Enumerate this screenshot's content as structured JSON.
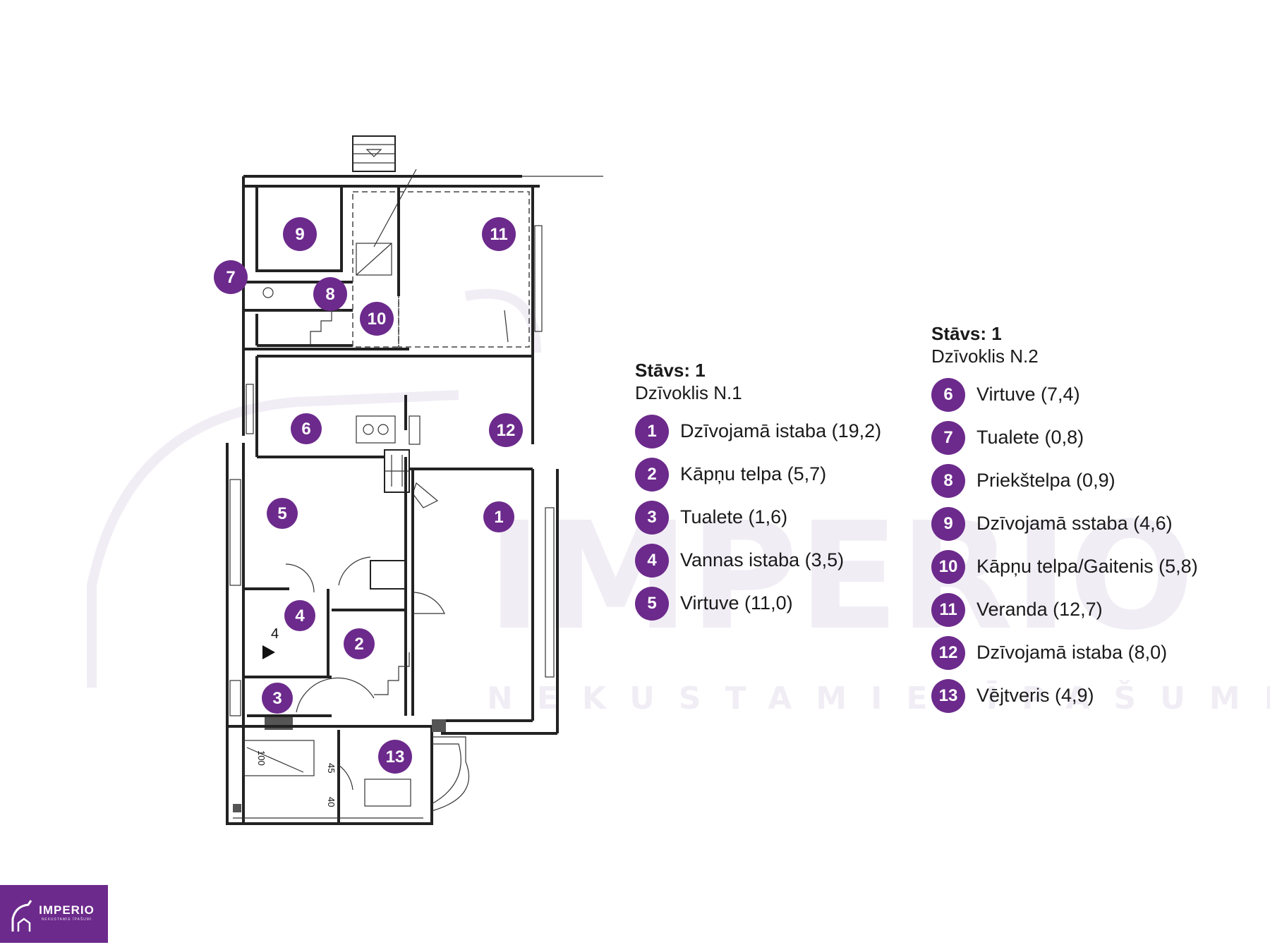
{
  "watermark": {
    "brand": "IMPERIO",
    "tagline": "NEKUSTAMIE ĪPAŠUMI"
  },
  "plan": {
    "markers": [
      "1",
      "2",
      "3",
      "4",
      "5",
      "6",
      "7",
      "8",
      "9",
      "10",
      "11",
      "12",
      "13"
    ],
    "annotations": {
      "arrow_label": "4",
      "dim_100": "100",
      "dim_45": "45",
      "dim_40": "40"
    }
  },
  "apartment1": {
    "heading": "Stāvs: 1",
    "subtitle": "Dzīvoklis N.1",
    "rooms": [
      {
        "num": "1",
        "label": "Dzīvojamā istaba (19,2)"
      },
      {
        "num": "2",
        "label": "Kāpņu telpa (5,7)"
      },
      {
        "num": "3",
        "label": "Tualete (1,6)"
      },
      {
        "num": "4",
        "label": "Vannas istaba (3,5)"
      },
      {
        "num": "5",
        "label": "Virtuve (11,0)"
      }
    ]
  },
  "apartment2": {
    "heading": "Stāvs: 1",
    "subtitle": "Dzīvoklis N.2",
    "rooms": [
      {
        "num": "6",
        "label": "Virtuve (7,4)"
      },
      {
        "num": "7",
        "label": "Tualete (0,8)"
      },
      {
        "num": "8",
        "label": "Priekštelpa (0,9)"
      },
      {
        "num": "9",
        "label": "Dzīvojamā sstaba (4,6)"
      },
      {
        "num": "10",
        "label": "Kāpņu telpa/Gaitenis (5,8)"
      },
      {
        "num": "11",
        "label": "Veranda (12,7)"
      },
      {
        "num": "12",
        "label": "Dzīvojamā istaba (8,0)"
      },
      {
        "num": "13",
        "label": "Vējtveris (4,9)"
      }
    ]
  },
  "logo": {
    "text": "IMPERIO",
    "sub": "NEKUSTAMIE ĪPAŠUMI"
  },
  "colors": {
    "accent": "#6c2a8c",
    "watermark": "#f1edf5"
  }
}
